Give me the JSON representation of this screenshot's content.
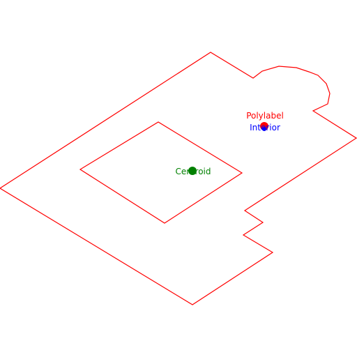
{
  "labels": {
    "polylabel": "Polylabel",
    "interior": "Interior",
    "centroid": "Centroid"
  },
  "colors": {
    "outline": "#ff0000",
    "polylabel": "#ff0000",
    "interior": "#0000ff",
    "centroid": "#008000",
    "background": "#ffffff"
  }
}
